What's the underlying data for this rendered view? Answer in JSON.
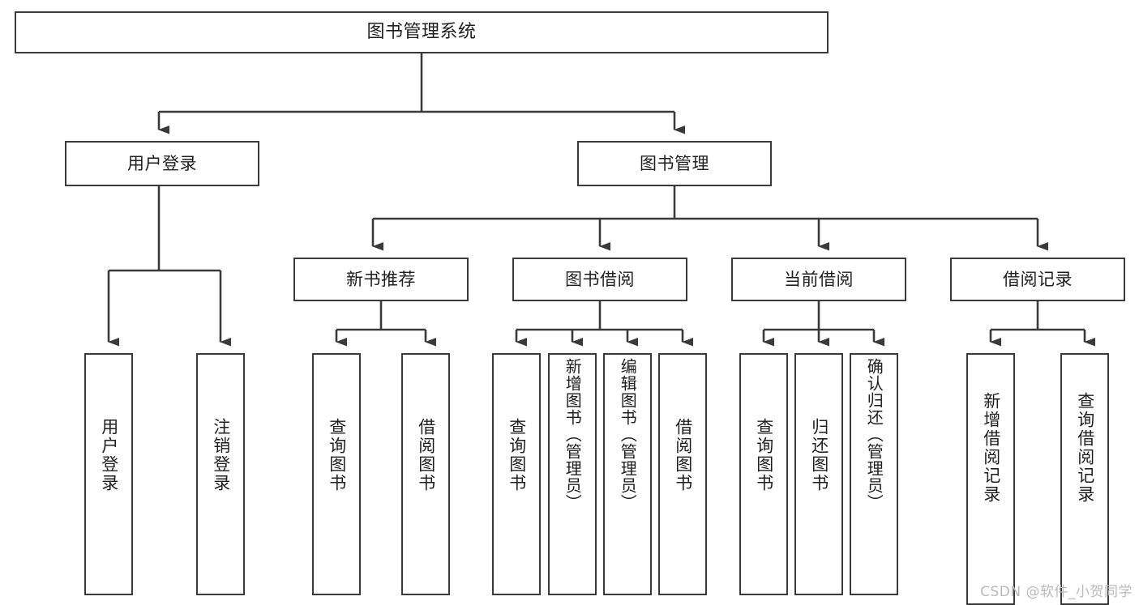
{
  "diagram": {
    "title": "图书管理系统",
    "type": "tree-hierarchy",
    "watermark": "CSDN @软件_小贺同学",
    "colors": {
      "stroke": "#3a3a3a",
      "fill": "#ffffff",
      "text": "#1f1f1f",
      "watermark": "#b9b9b9"
    }
  },
  "nodes": {
    "root": {
      "label": "图书管理系统"
    },
    "level1": [
      {
        "id": "user-login",
        "label": "用户登录"
      },
      {
        "id": "book-management",
        "label": "图书管理"
      }
    ],
    "level2": [
      {
        "id": "new-book-recommend",
        "label": "新书推荐"
      },
      {
        "id": "book-borrow",
        "label": "图书借阅"
      },
      {
        "id": "current-borrow",
        "label": "当前借阅"
      },
      {
        "id": "borrow-record",
        "label": "借阅记录"
      }
    ],
    "leaves": {
      "user_login": [
        {
          "id": "leaf-user-login",
          "label": "用户登录"
        },
        {
          "id": "leaf-logout",
          "label": "注销登录"
        }
      ],
      "new_book_recommend": [
        {
          "id": "leaf-query-book-1",
          "label": "查询图书"
        },
        {
          "id": "leaf-borrow-book-1",
          "label": "借阅图书"
        }
      ],
      "book_borrow": [
        {
          "id": "leaf-query-book-2",
          "label": "查询图书"
        },
        {
          "id": "leaf-add-book",
          "label": "新增图书（管理员）"
        },
        {
          "id": "leaf-edit-book",
          "label": "编辑图书（管理员）"
        },
        {
          "id": "leaf-borrow-book-2",
          "label": "借阅图书"
        }
      ],
      "current_borrow": [
        {
          "id": "leaf-query-book-3",
          "label": "查询图书"
        },
        {
          "id": "leaf-return-book",
          "label": "归还图书"
        },
        {
          "id": "leaf-confirm-return",
          "label": "确认归还（管理员）"
        }
      ],
      "borrow_record": [
        {
          "id": "leaf-add-record",
          "label": "新增借阅记录"
        },
        {
          "id": "leaf-query-record",
          "label": "查询借阅记录"
        }
      ]
    }
  }
}
